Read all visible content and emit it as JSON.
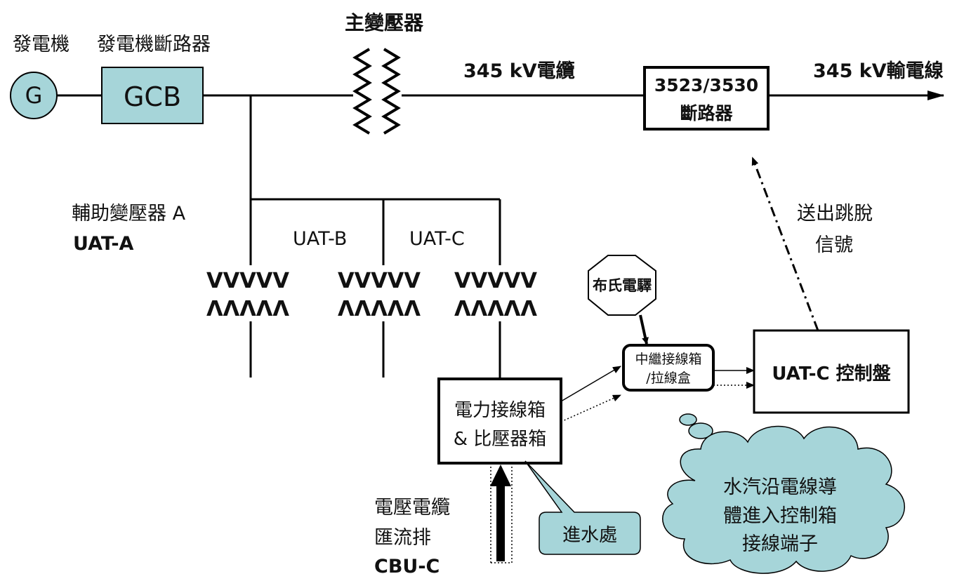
{
  "generator": {
    "symbol": "G",
    "label": "發電機"
  },
  "gcb": {
    "box_label": "GCB",
    "caption": "發電機斷路器"
  },
  "main_transformer": {
    "label": "主變壓器"
  },
  "cable_345": "345 kV電纜",
  "breaker": {
    "line1": "3523/3530",
    "line2": "斷路器"
  },
  "line_345": "345 kV輸電線",
  "uat_a": {
    "line1": "輔助變壓器 A",
    "line2": "UAT-A"
  },
  "uat_b": "UAT-B",
  "uat_c": "UAT-C",
  "coil_top": "VVVVV",
  "coil_bottom": "ΛΛΛΛΛ",
  "relay_hex": "布氏電驛",
  "junction_box": {
    "line1": "中繼接線箱",
    "line2": "/拉線盒"
  },
  "control_panel": "UAT-C 控制盤",
  "trip_signal": {
    "line1": "送出跳脫",
    "line2": "信號"
  },
  "power_box": {
    "line1": "電力接線箱",
    "line2": "& 比壓器箱"
  },
  "water_entry": "進水處",
  "moisture_cloud": {
    "line1": "水汽沿電線導",
    "line2": "體進入控制箱",
    "line3": "接線端子"
  },
  "busbar": {
    "line1": "電壓電纜",
    "line2": "匯流排",
    "line3": "CBU-C"
  },
  "colors": {
    "box_fill": "#a6d5d9",
    "line": "#000000",
    "background": "#ffffff"
  }
}
